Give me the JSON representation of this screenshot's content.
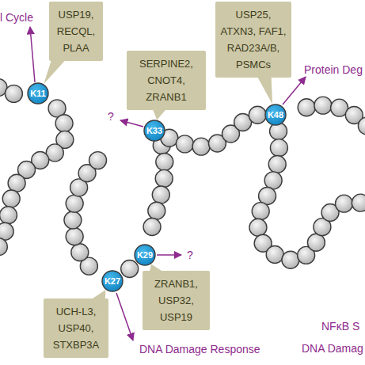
{
  "diagram": {
    "nodes": [
      {
        "text": [
          "USP19, RECQL, PLAA"
        ]
      },
      {
        "text": [
          "SERPINE2, CNOT4, ZRANB1"
        ]
      },
      {
        "text": [
          "USP25, ATXN3, FAF1, RAD23A/B, PSMCs"
        ]
      },
      {
        "text": [
          "K11"
        ]
      },
      {
        "text": [
          "K33"
        ]
      },
      {
        "text": [
          "K48"
        ]
      },
      {
        "text": [
          "K29"
        ]
      },
      {
        "text": [
          "K27"
        ]
      },
      {
        "text": [
          "ZRANB1, USP32, USP19"
        ]
      },
      {
        "text": [
          "UCH-L3, USP40, STXBP3A"
        ]
      }
    ],
    "edges": [
      {
        "from": 0,
        "to": 3,
        "arrow": "none"
      },
      {
        "from": 1,
        "to": 4,
        "arrow": "none"
      },
      {
        "from": 2,
        "to": 5,
        "arrow": "none"
      },
      {
        "from": 8,
        "to": 6,
        "arrow": "none"
      },
      {
        "from": 9,
        "to": 7,
        "arrow": "none"
      }
    ],
    "labels": [
      "l Cycle",
      "Protein Deg",
      "?",
      "?",
      "DNA Damage Response",
      "NFκB S",
      "DNA Damag"
    ]
  }
}
